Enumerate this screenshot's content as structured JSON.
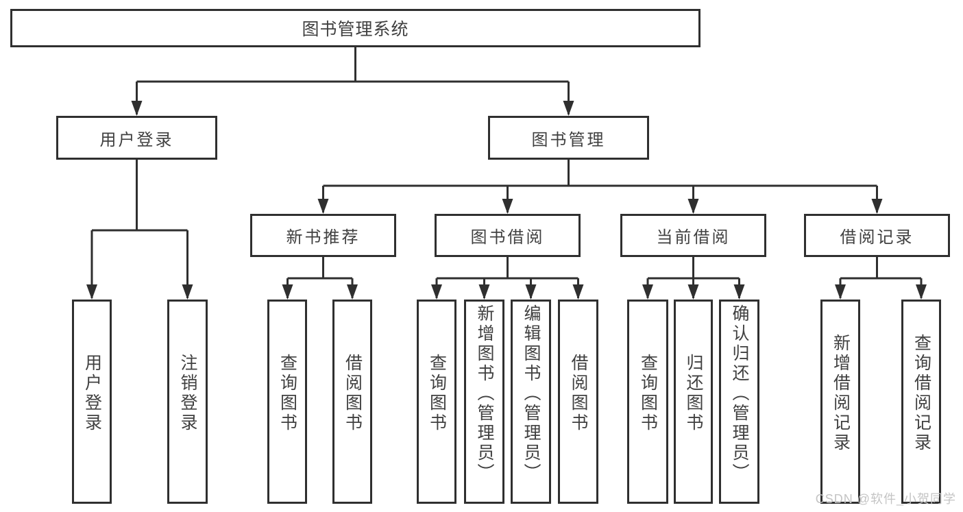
{
  "diagram": {
    "title": {
      "label": "图书管理系统"
    },
    "level2": [
      {
        "label": "用户登录"
      },
      {
        "label": "图书管理"
      }
    ],
    "level3": [
      {
        "label": "新书推荐",
        "parent": "图书管理"
      },
      {
        "label": "图书借阅",
        "parent": "图书管理"
      },
      {
        "label": "当前借阅",
        "parent": "图书管理"
      },
      {
        "label": "借阅记录",
        "parent": "图书管理"
      }
    ],
    "leaves": [
      {
        "label": "用户登录",
        "parent": "用户登录"
      },
      {
        "label": "注销登录",
        "parent": "用户登录"
      },
      {
        "label": "查询图书",
        "parent": "新书推荐"
      },
      {
        "label": "借阅图书",
        "parent": "新书推荐"
      },
      {
        "label": "查询图书",
        "parent": "图书借阅"
      },
      {
        "label": "新增图书（管理员）",
        "parent": "图书借阅"
      },
      {
        "label": "编辑图书（管理员）",
        "parent": "图书借阅"
      },
      {
        "label": "借阅图书",
        "parent": "图书借阅"
      },
      {
        "label": "查询图书",
        "parent": "当前借阅"
      },
      {
        "label": "归还图书",
        "parent": "当前借阅"
      },
      {
        "label": "确认归还（管理员）",
        "parent": "当前借阅"
      },
      {
        "label": "新增借阅记录",
        "parent": "借阅记录"
      },
      {
        "label": "查询借阅记录",
        "parent": "借阅记录"
      }
    ]
  },
  "watermark": {
    "text": "CSDN @软件_小贺同学"
  },
  "colors": {
    "line": "#2f2f2f",
    "text": "#404040",
    "watermark": "#c4c4c4",
    "background": "#ffffff"
  }
}
